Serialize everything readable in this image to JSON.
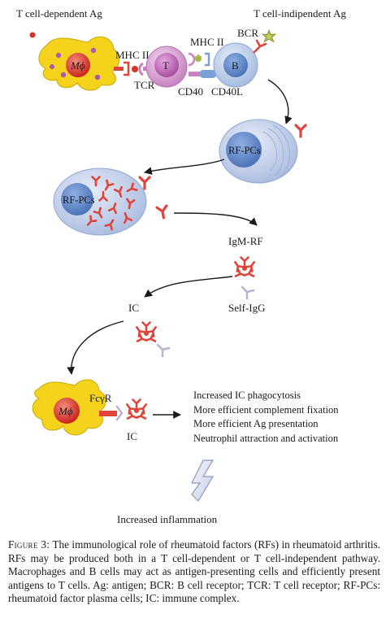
{
  "diagram": {
    "t_dependent_label": "T cell-dependent Ag",
    "t_independent_label": "T cell-indipendent Ag",
    "macrophage_label": "Mϕ",
    "mhc2_left": "MHC II",
    "mhc2_right": "MHC II",
    "t_cell_label": "T",
    "b_cell_label": "B",
    "bcr_label": "BCR",
    "tcr_label": "TCR",
    "cd40_label": "CD40",
    "cd40l_label": "CD40L",
    "rfpc_label_1": "RF-PCs",
    "rfpc_label_2": "RF-PCs",
    "igm_rf_label": "IgM-RF",
    "self_igg_label": "Self-IgG",
    "ic_label_1": "IC",
    "ic_label_2": "IC",
    "macrophage_label_2": "Mϕ",
    "fcgr_label": "FcγR",
    "outcome_label": "Increased inflammation"
  },
  "effects": [
    "Increased IC phagocytosis",
    "More efficient complement fixation",
    "More efficient Ag presentation",
    "Neutrophil attraction and activation"
  ],
  "caption": {
    "label": "Figure 3:",
    "text": "The immunological role of rheumatoid factors (RFs) in rheumatoid arthritis. RFs may be produced both in a T cell-dependent or T cell-independent pathway. Macrophages and B cells may act as antigen-presenting cells and efficiently present antigens to T cells. Ag: antigen; BCR: B cell receptor; TCR: T cell receptor; RF-PCs: rheumatoid factor plasma cells; IC: immune complex."
  },
  "colors": {
    "macrophage": "#f5d21c",
    "nucleus_red": "#d8302a",
    "t_cell": "#c98ac4",
    "b_cell": "#9ab7de",
    "plasma_cell": "#b8c8e6",
    "antibody": "#e0443a",
    "self_igg": "#b9b3d6",
    "arrow_fill": "#dfe3f2"
  }
}
